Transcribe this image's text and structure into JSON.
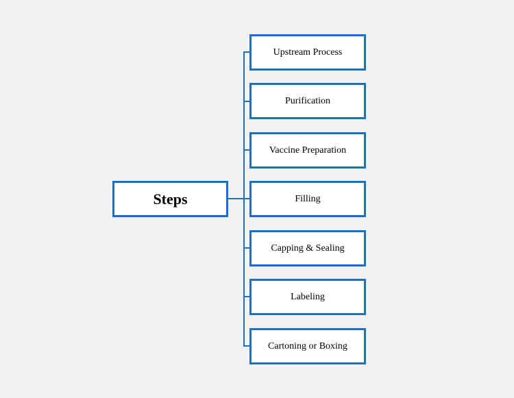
{
  "diagram": {
    "root": {
      "label": "Steps"
    },
    "steps": [
      {
        "label": "Upstream Process"
      },
      {
        "label": "Purification"
      },
      {
        "label": "Vaccine Preparation"
      },
      {
        "label": "Filling"
      },
      {
        "label": "Capping & Sealing"
      },
      {
        "label": "Labeling"
      },
      {
        "label": "Cartoning or Boxing"
      }
    ],
    "colors": {
      "background": "#f2f2f2",
      "box_border": "#1f6fbf",
      "box_fill": "#ffffff",
      "connector": "#1f6fbf",
      "text": "#000000"
    }
  }
}
